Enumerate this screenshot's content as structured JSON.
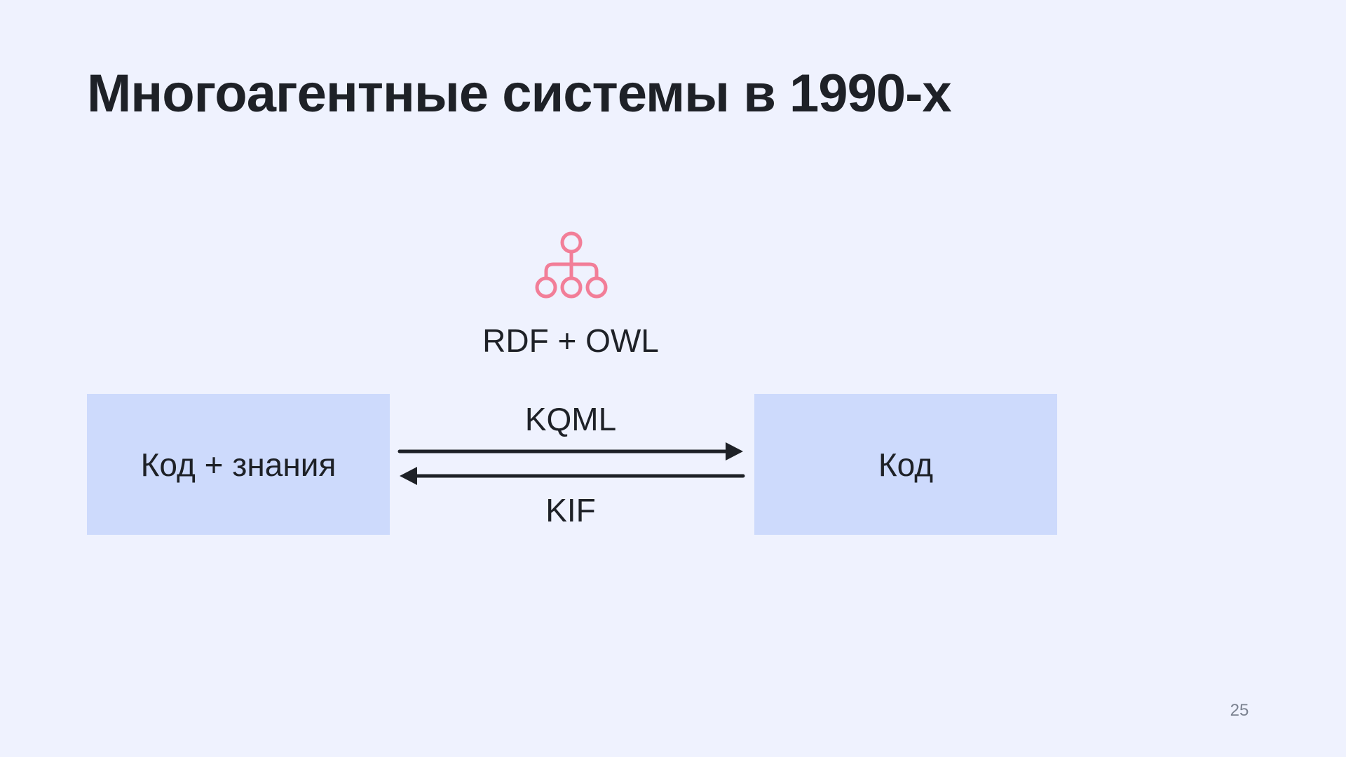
{
  "slide": {
    "title": "Многоагентные системы в 1990-х",
    "page_number": "25"
  },
  "diagram": {
    "ontology_label": "RDF + OWL",
    "ontology_icon": "hierarchy-icon",
    "left_box_label": "Код + знания",
    "right_box_label": "Код",
    "arrow_right_label": "KQML",
    "arrow_left_label": "KIF"
  },
  "colors": {
    "background": "#eff2fe",
    "box_fill": "#cddafc",
    "text": "#1e2127",
    "arrow": "#1e2127",
    "icon": "#f27e98",
    "page_number": "#7b8290"
  }
}
